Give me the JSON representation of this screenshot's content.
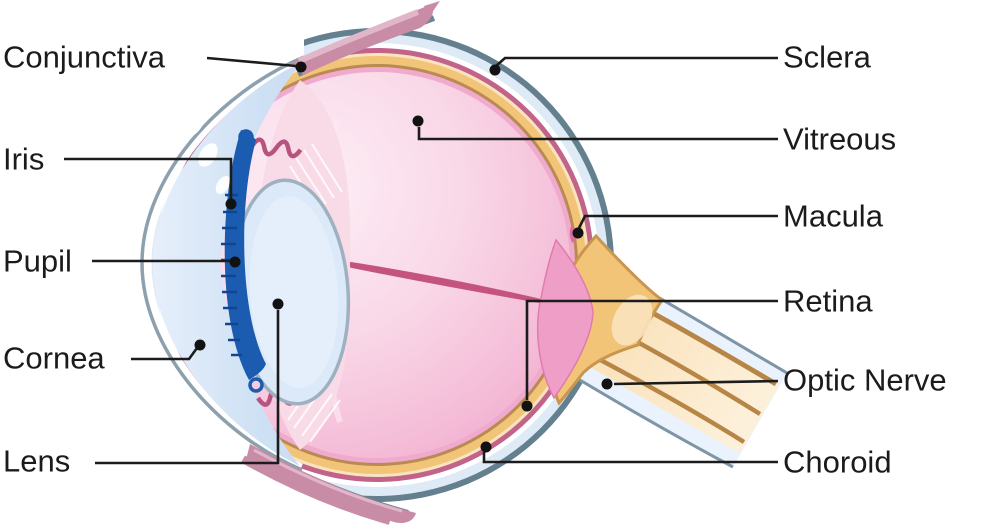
{
  "labels": {
    "conjunctiva": "Conjunctiva",
    "iris": "Iris",
    "pupil": "Pupil",
    "cornea": "Cornea",
    "lens": "Lens",
    "sclera": "Sclera",
    "vitreous": "Vitreous",
    "macula": "Macula",
    "retina": "Retina",
    "optic_nerve": "Optic Nerve",
    "choroid": "Choroid"
  },
  "colors": {
    "label_text": "#1b1b1b",
    "leader_line": "#1c1c1c",
    "sclera_outline": "#64808f",
    "sclera_band": "#dfeaf7",
    "choroid_pink_ring": "#c2638a",
    "choroid_gold": "#f2c478",
    "choroid_tan_line": "#b98a52",
    "retina_pink_ring": "#f0aacd",
    "vitreous_pink": "#f7cde0",
    "hyaloid_line": "#c4547f",
    "iris_blue": "#1c5cb0",
    "lens_blue": "#dbe9f8",
    "cornea_blue": "#cfe1f4",
    "nerve_cream": "#fbe3ba",
    "nerve_stripe": "#b78647",
    "nerve_sheath": "#e9f2fd",
    "muscle_pink": "#c88ca7"
  }
}
